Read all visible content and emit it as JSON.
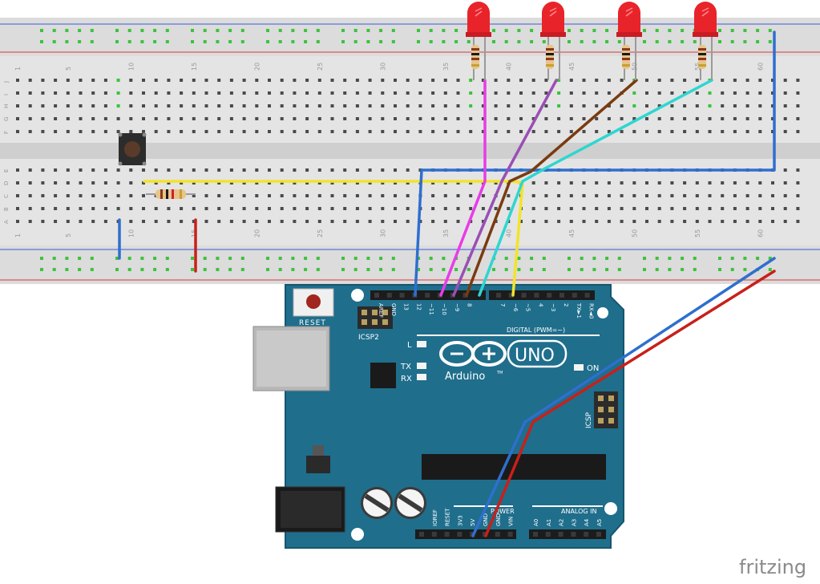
{
  "breadboard": {
    "column_numbers": [
      "1",
      "5",
      "10",
      "15",
      "20",
      "25",
      "30",
      "35",
      "40",
      "45",
      "50",
      "55",
      "60"
    ],
    "row_letters_top": [
      "J",
      "I",
      "H",
      "G",
      "F"
    ],
    "row_letters_bottom": [
      "E",
      "D",
      "C",
      "B",
      "A"
    ]
  },
  "arduino": {
    "reset_label": "RESET",
    "icsp2_label": "ICSP2",
    "icsp_label": "ICSP",
    "digital_label": "DIGITAL (PWM=~)",
    "uno_label": "UNO",
    "brand_label": "Arduino",
    "tm": "TM",
    "led_l": "L",
    "led_tx": "TX",
    "led_rx": "RX",
    "on_label": "ON",
    "power_label": "POWER",
    "analog_label": "ANALOG IN",
    "digital_pins": [
      "AREF",
      "GND",
      "13",
      "12",
      "~11",
      "~10",
      "~9",
      "8",
      "7",
      "~6",
      "~5",
      "4",
      "~3",
      "2",
      "TX►1",
      "RX◄0"
    ],
    "power_pins": [
      "IOREF",
      "RESET",
      "3V3",
      "5V",
      "GND",
      "GND",
      "VIN"
    ],
    "analog_pins": [
      "A0",
      "A1",
      "A2",
      "A3",
      "A4",
      "A5"
    ]
  },
  "watermark": "fritzing",
  "colors": {
    "board": "#1f6e8c",
    "breadboard": "#e3e3e3",
    "wire_blue": "#2e6fcf",
    "wire_red": "#c8201a",
    "wire_yellow": "#f2e42a",
    "wire_magenta": "#e83ce8",
    "wire_purple": "#9a4fb5",
    "wire_brown": "#7a3b10",
    "wire_cyan": "#2ed6d0",
    "led_red": "#e8242a"
  }
}
